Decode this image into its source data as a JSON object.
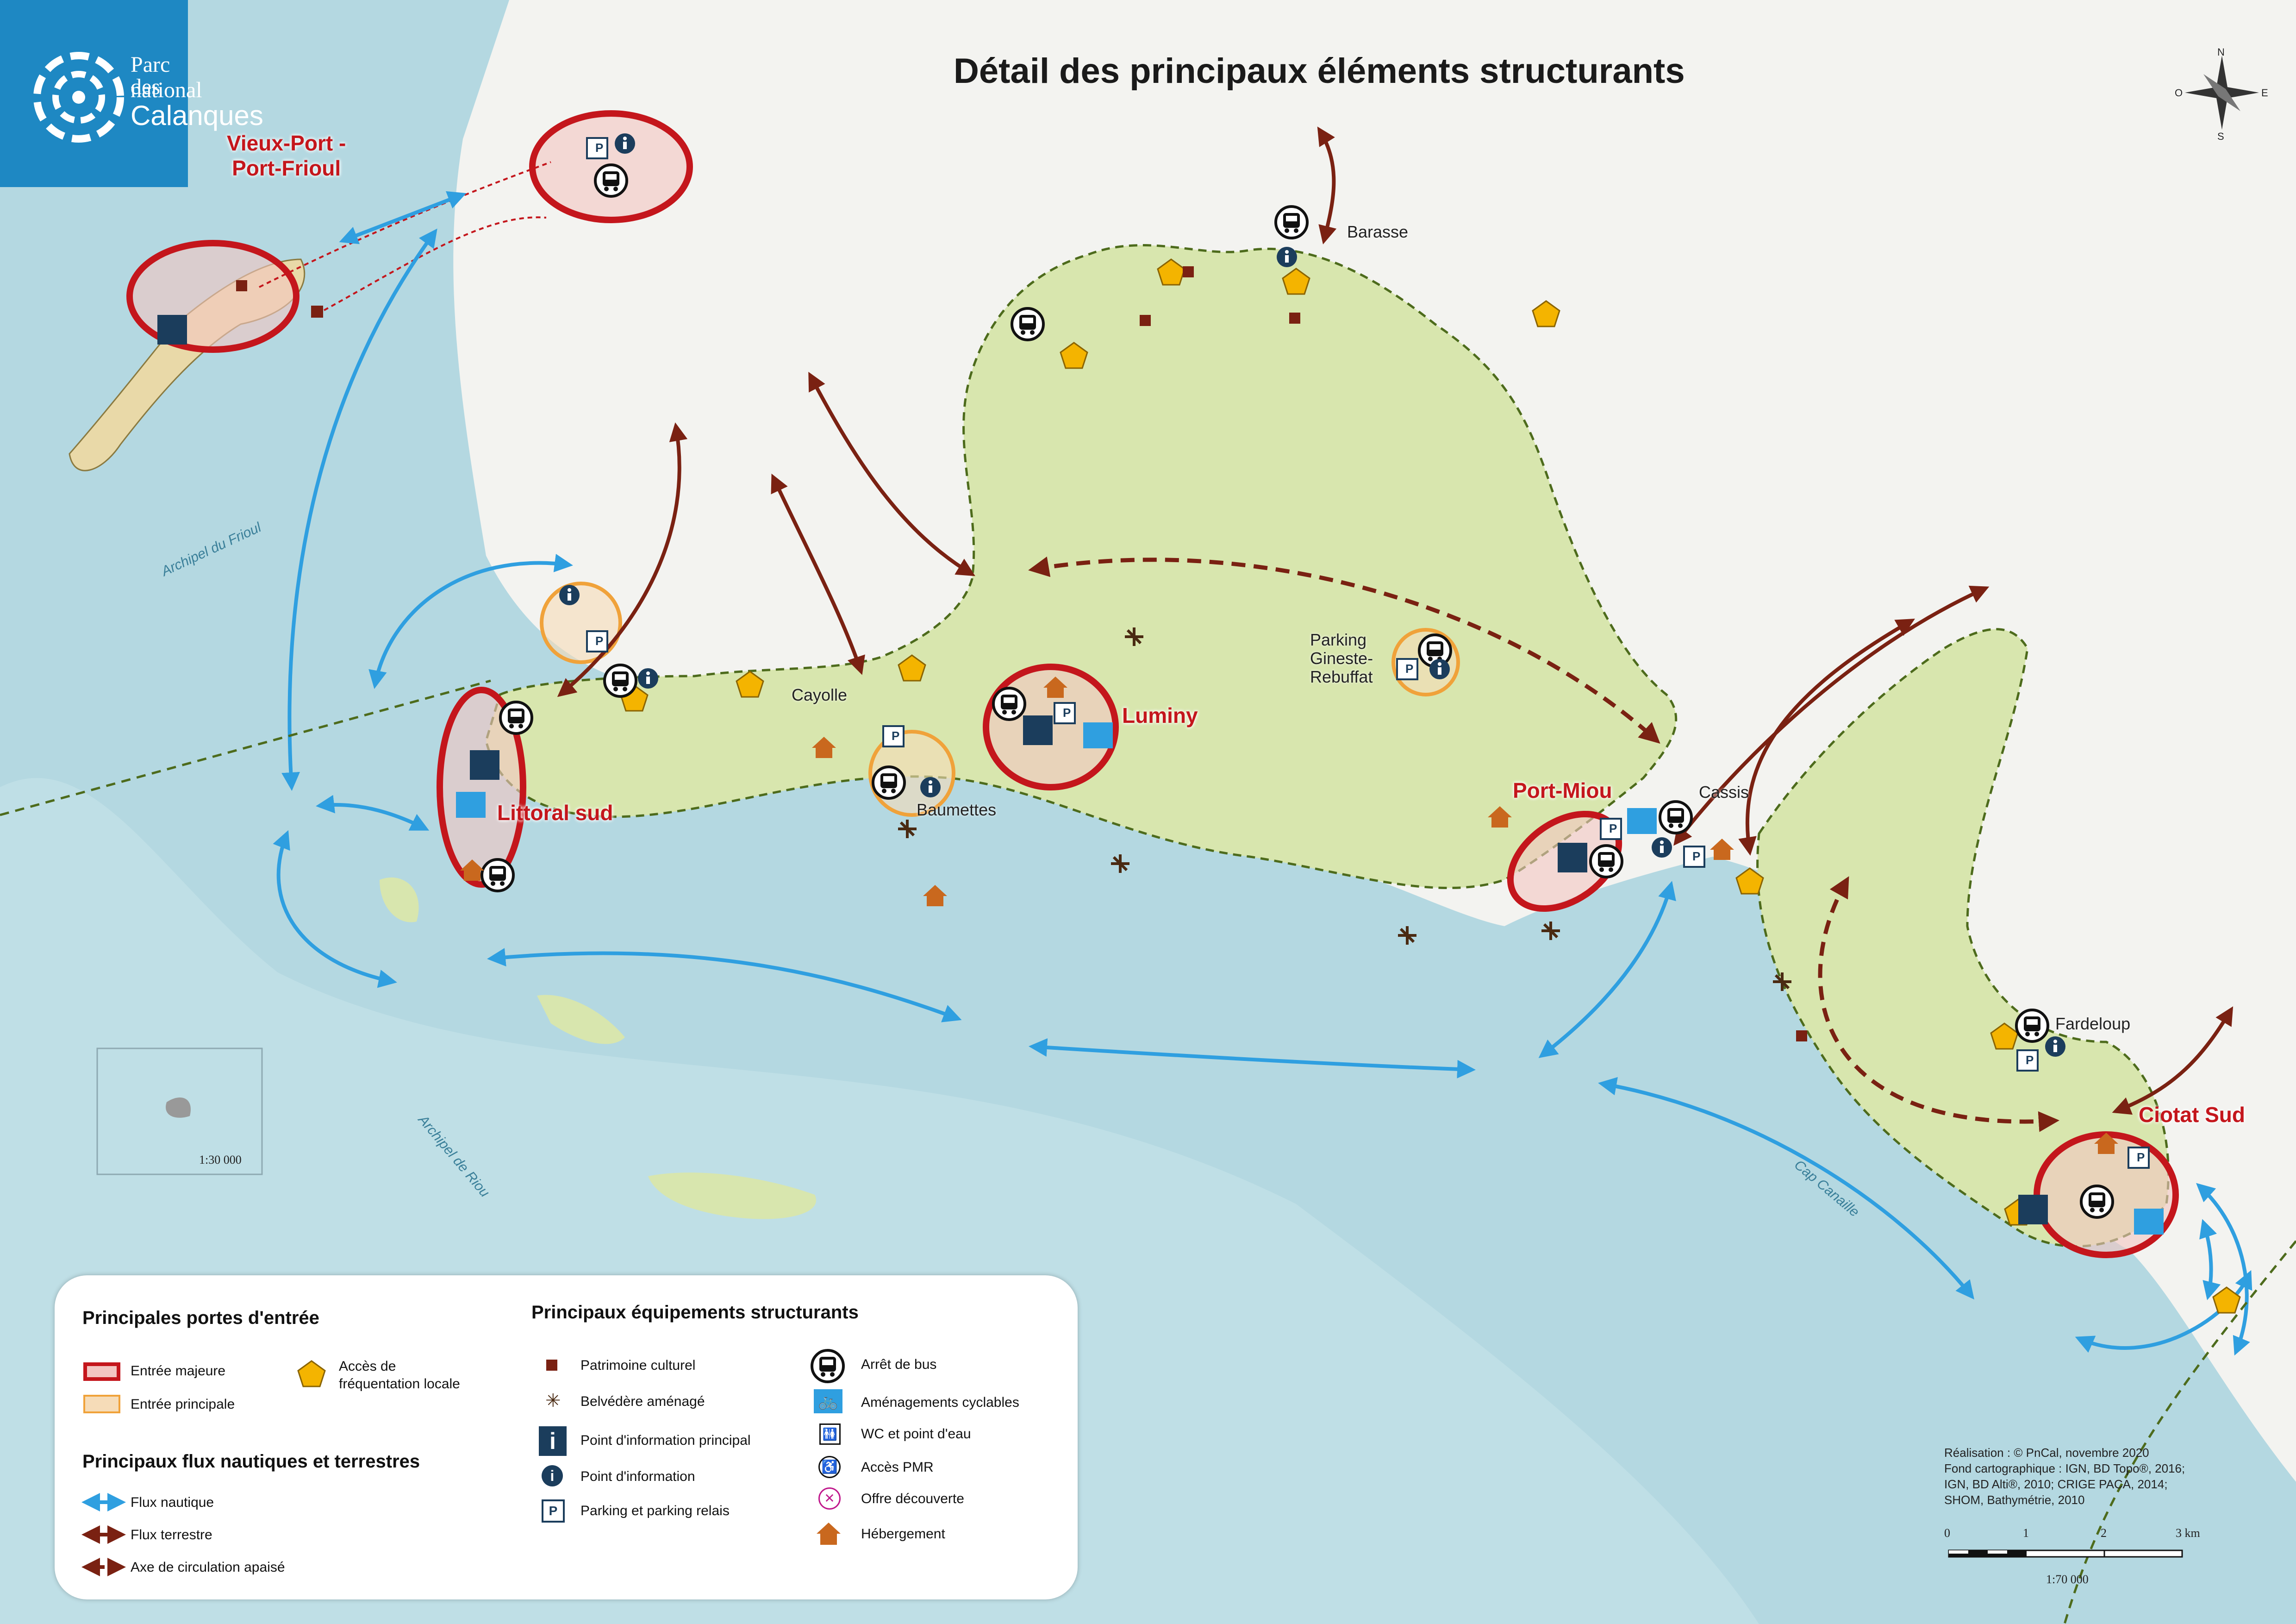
{
  "title": "Détail des principaux éléments structurants",
  "brand": {
    "line1": "Parc national",
    "line2a": "des",
    "line2b": "Calanques"
  },
  "zones": {
    "vieux_port": "Vieux-Port -\nPort-Frioul",
    "littoral_sud": "Littoral sud",
    "luminy": "Luminy",
    "port_miou": "Port-Miou",
    "ciotat_sud": "Ciotat Sud"
  },
  "places": {
    "barasse": "Barasse",
    "cayolle": "Cayolle",
    "baumettes": "Baumettes",
    "parking_gineste": "Parking\nGineste-\nRebuffat",
    "cassis": "Cassis",
    "fardeloup": "Fardeloup"
  },
  "water_labels": {
    "frioul": "Archipel du Frioul",
    "riou": "Archipel de Riou",
    "canaille": "Cap Canaille"
  },
  "inset_scale": "1:30 000",
  "legend": {
    "portes_title": "Principales portes d'entrée",
    "entree_majeure": "Entrée majeure",
    "entree_principale": "Entrée principale",
    "acces_locale": "Accès de\nfréquentation locale",
    "flux_title": "Principaux flux nautiques et terrestres",
    "flux_nautique": "Flux nautique",
    "flux_terrestre": "Flux terrestre",
    "axe_apaise": "Axe de circulation apaisé",
    "equip_title": "Principaux équipements structurants",
    "patrimoine": "Patrimoine culturel",
    "belvedere": "Belvédère aménagé",
    "info_principal": "Point d'information principal",
    "info": "Point d'information",
    "parking": "Parking et parking relais",
    "bus": "Arrêt de bus",
    "cyclable": "Aménagements cyclables",
    "wc": "WC et point d'eau",
    "pmr": "Accès PMR",
    "decouverte": "Offre découverte",
    "hebergement": "Hébergement"
  },
  "credits": {
    "l1": "Réalisation : © PnCal, novembre 2020",
    "l2": "Fond cartographique : IGN, BD Topo®, 2016;",
    "l3": "IGN, BD Alti®, 2010; CRIGE PACA, 2014;",
    "l4": "SHOM, Bathymétrie, 2010"
  },
  "scale": {
    "t0": "0",
    "t1": "1",
    "t2": "2",
    "t3": "3 km",
    "ratio": "1:70 000"
  },
  "compass": {
    "n": "N",
    "s": "S",
    "e": "E",
    "o": "O"
  },
  "colors": {
    "sea": "#bfdfe6",
    "land": "#f3f3f0",
    "park": "#d8e6ae",
    "major_ring": "#c4161c",
    "major_fill": "#f3c6c2",
    "principal_ring": "#f0a23a",
    "nautical": "#2f9fe0",
    "terrestrial": "#7a2112",
    "pentagon": "#f4b400",
    "brand": "#1e88c3"
  }
}
